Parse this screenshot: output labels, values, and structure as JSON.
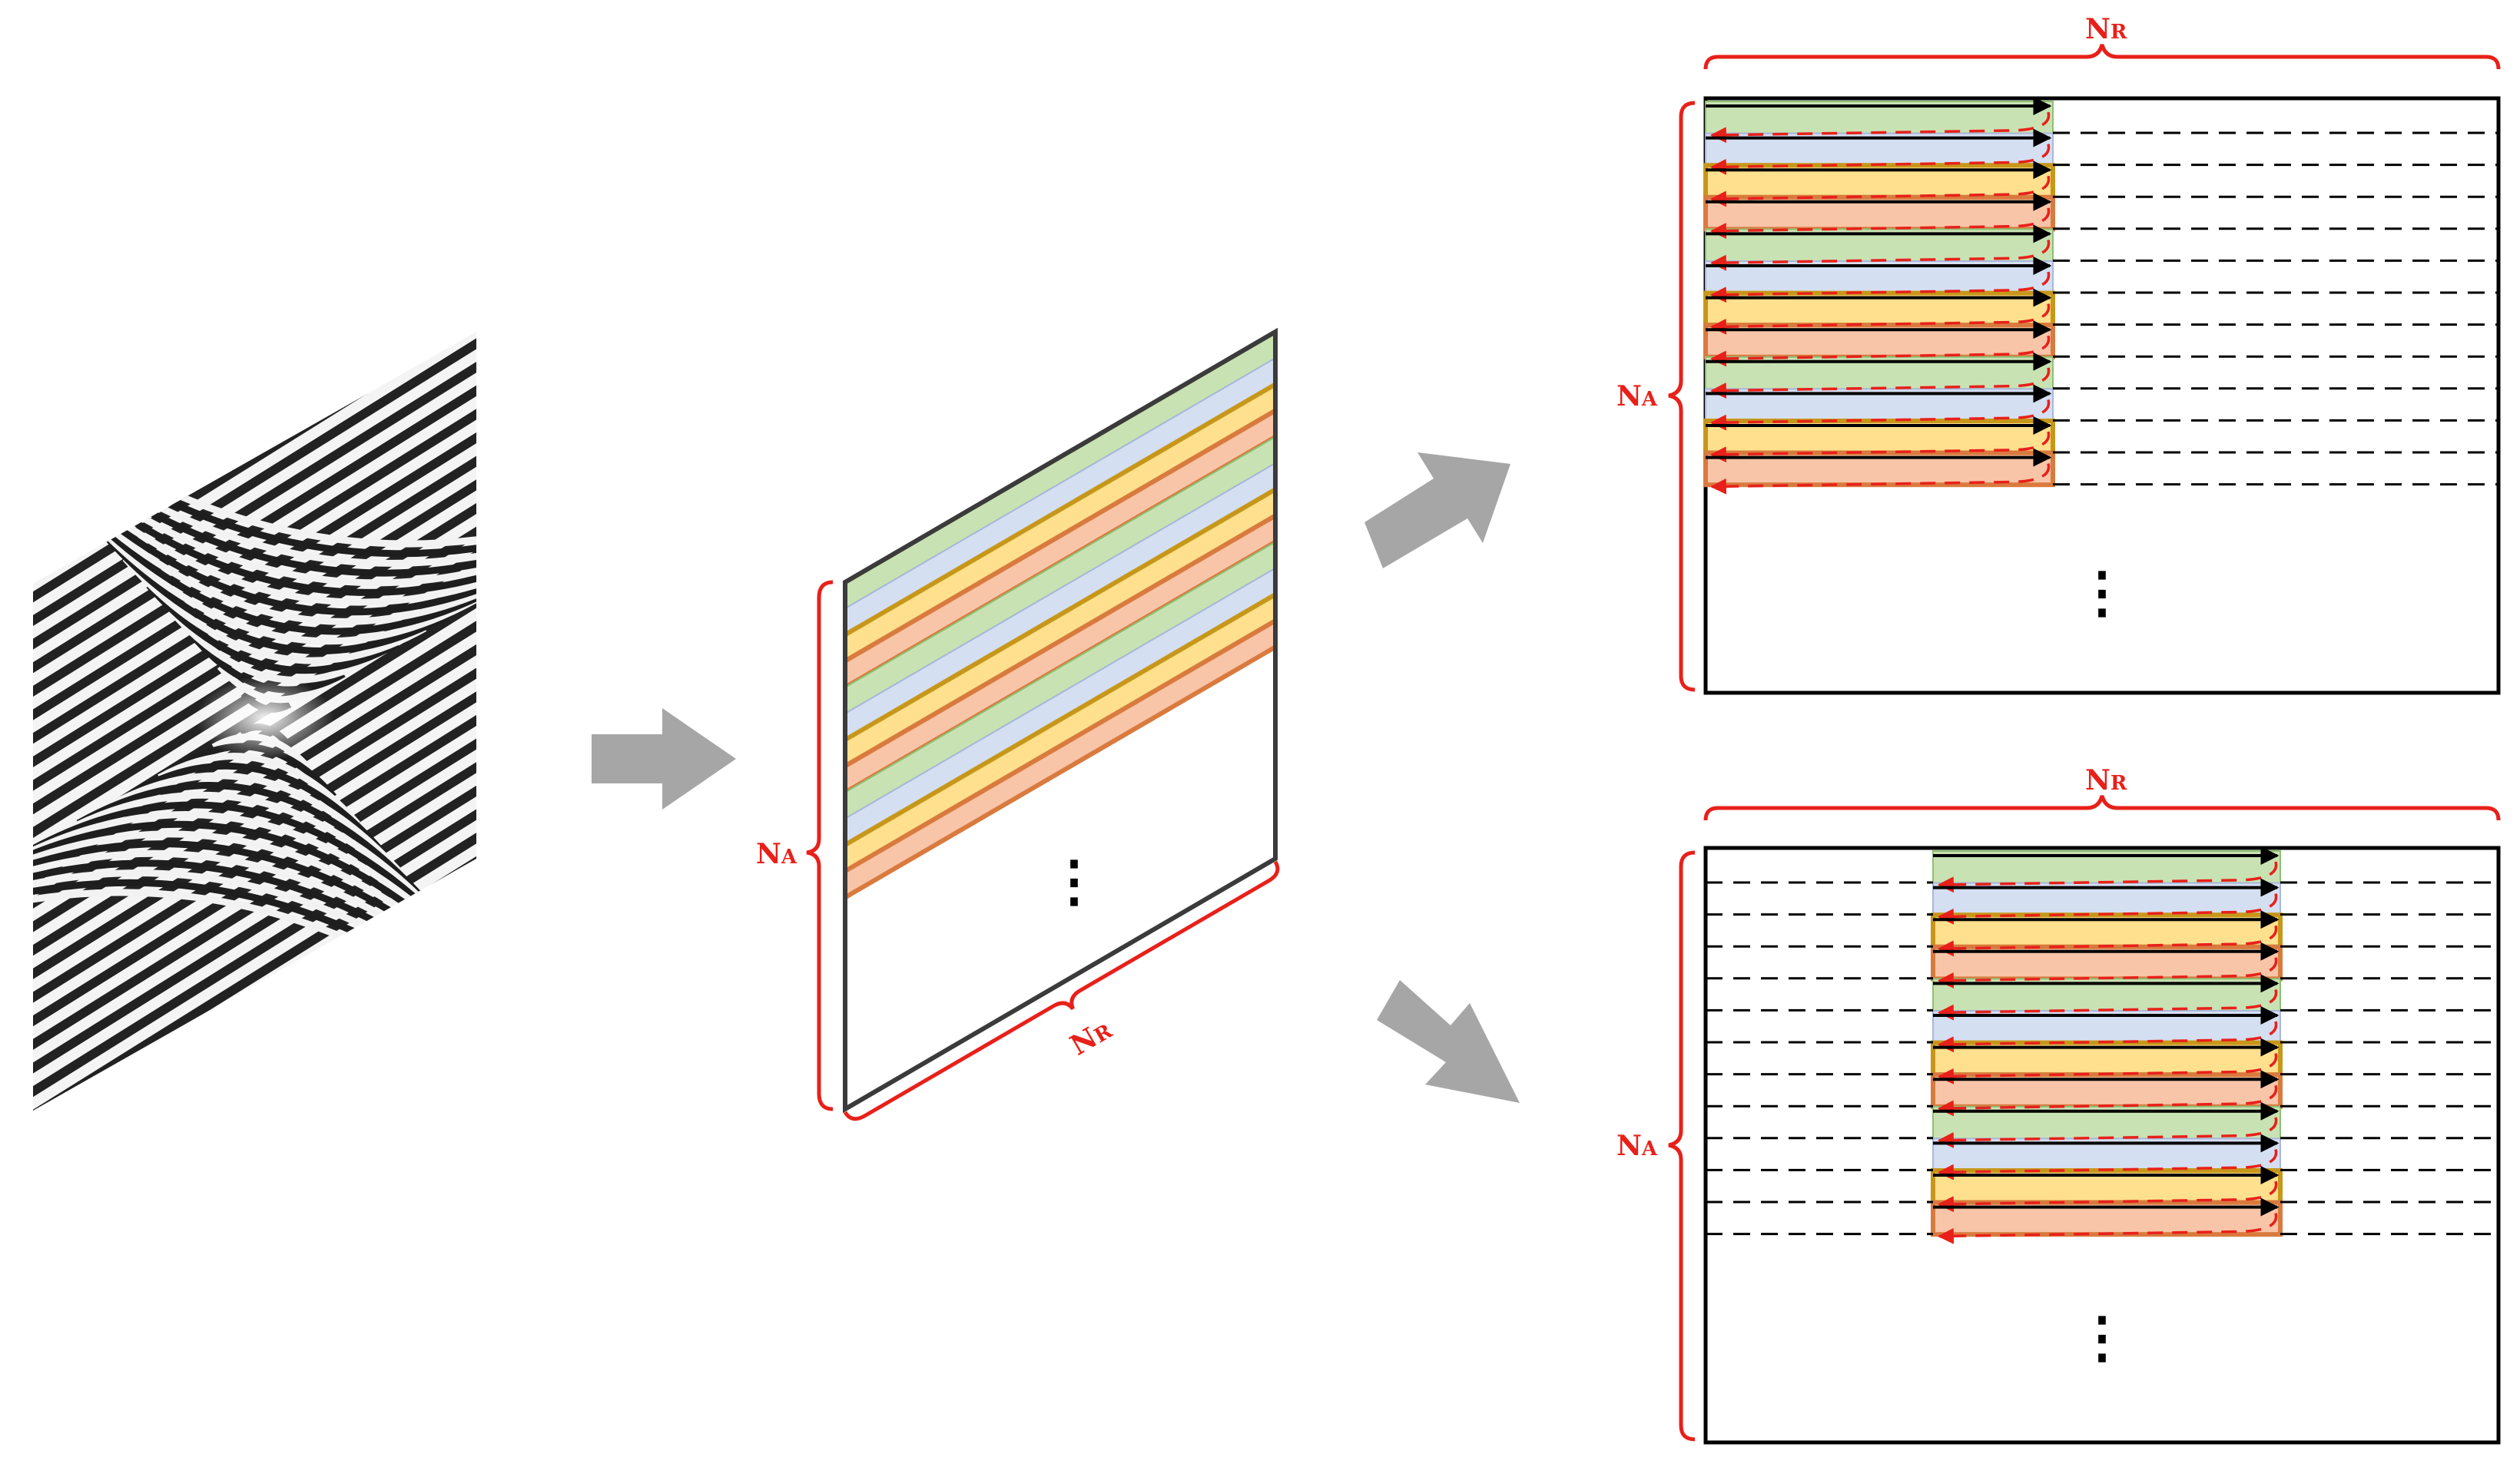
{
  "labels": {
    "n": "N",
    "a_sub": "A",
    "r_sub": "R",
    "ellipsis": "⋮"
  },
  "colors": {
    "green": "#c9e2b3",
    "blue": "#d5dff2",
    "yellow": "#ffe08e",
    "salmon": "#f9c5a8",
    "yellow_border": "#c7971a",
    "salmon_border": "#d97a3e",
    "green_border": "#8fbf73",
    "blue_border": "#a8b7da",
    "label_red": "#e8201a",
    "arrow_gray": "#a6a6a6",
    "frame": "#000000",
    "frame_gray": "#3b3b3b"
  },
  "icons": {
    "arrow": "block-arrow-icon",
    "brace": "curly-brace-icon"
  }
}
